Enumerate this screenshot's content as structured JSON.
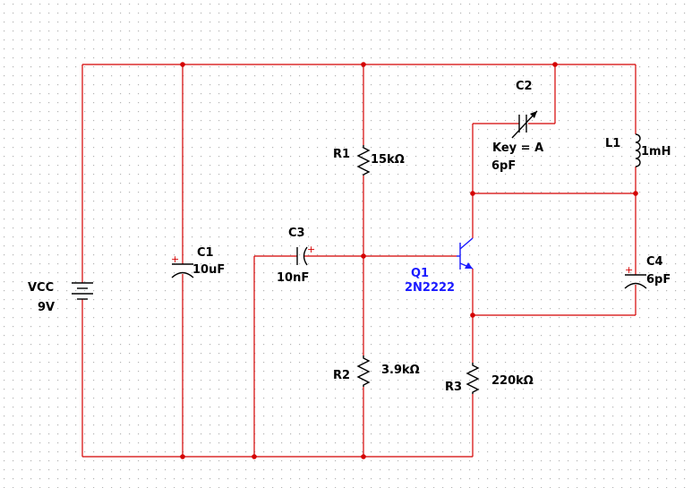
{
  "components": {
    "vcc": {
      "name": "VCC",
      "value": "9V"
    },
    "c1": {
      "name": "C1",
      "value": "10uF"
    },
    "c2": {
      "name": "C2",
      "key": "Key = A",
      "value": "6pF"
    },
    "c3": {
      "name": "C3",
      "value": "10nF"
    },
    "c4": {
      "name": "C4",
      "value": "6pF"
    },
    "r1": {
      "name": "R1",
      "value": "15kΩ"
    },
    "r2": {
      "name": "R2",
      "value": "3.9kΩ"
    },
    "r3": {
      "name": "R3",
      "value": "220kΩ"
    },
    "l1": {
      "name": "L1",
      "value": "1mH"
    },
    "q1": {
      "name": "Q1",
      "value": "2N2222"
    }
  },
  "polarity_mark": "+",
  "colors": {
    "wire": "#d40000",
    "component": "#000000",
    "transistor": "#1a1aff",
    "grid_dot": "#b5b5b5"
  }
}
